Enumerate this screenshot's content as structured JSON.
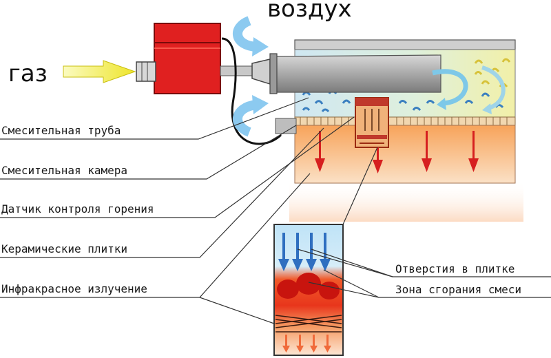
{
  "labels": {
    "gas": "газ",
    "air": "воздух",
    "mixing_tube": "Смесительная труба",
    "mixing_chamber": "Смесительная камера",
    "combustion_sensor": "Датчик контроля горения",
    "ceramic_tiles": "Керамические плитки",
    "infrared_radiation": "Инфракрасное излучение",
    "tile_holes": "Отверстия в плитке",
    "combustion_zone": "Зона сгорания смеси"
  },
  "colors": {
    "gas_valve": "#e02020",
    "flame": "#e83a12",
    "radiant_panel": "#f5b070",
    "air_arrow": "#8ccaf0",
    "gas_arrow": "#f2ee3a",
    "heat_arrow": "#d61f1f",
    "mixture_zone": "#d6eedf"
  }
}
